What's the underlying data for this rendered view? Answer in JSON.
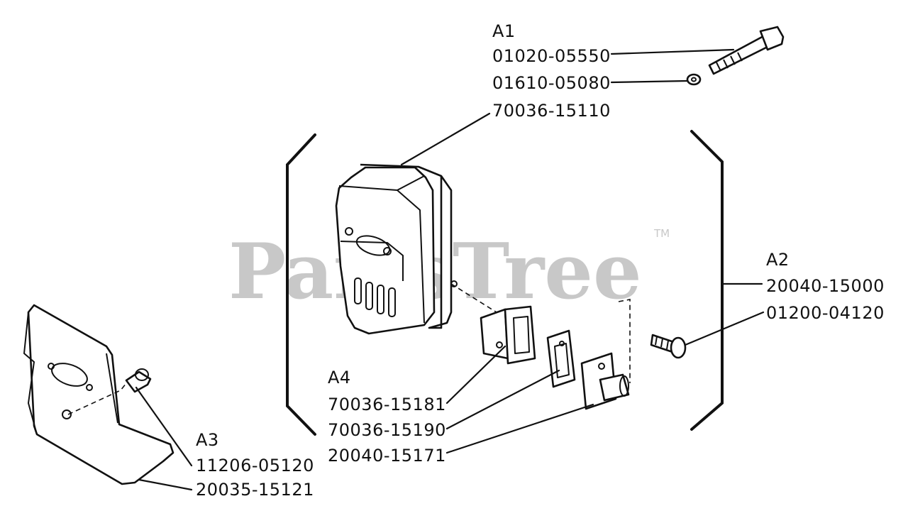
{
  "watermark": {
    "text": "PartsTree",
    "trademark": "TM"
  },
  "groups": {
    "a1": {
      "label": "A1",
      "parts": [
        "01020-05550",
        "01610-05080",
        "70036-15110"
      ]
    },
    "a2": {
      "label": "A2",
      "parts": [
        "20040-15000",
        "01200-04120"
      ]
    },
    "a3": {
      "label": "A3",
      "parts": [
        "11206-05120",
        "20035-15121"
      ]
    },
    "a4": {
      "label": "A4",
      "parts": [
        "70036-15181",
        "70036-15190",
        "20040-15171"
      ]
    }
  }
}
